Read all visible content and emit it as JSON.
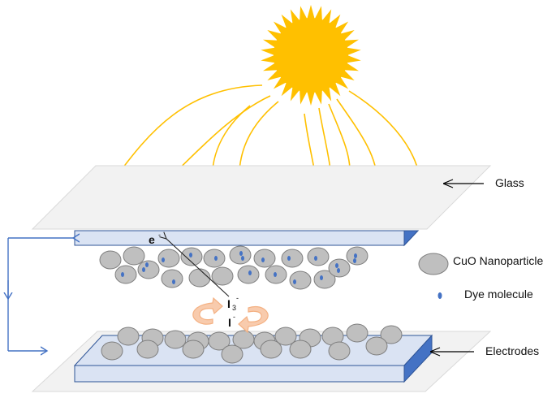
{
  "labels": {
    "glass": "Glass",
    "nanoparticle": "CuO Nanoparticle",
    "dye": "Dye molecule",
    "electrodes": "Electrodes",
    "electron": "e",
    "electron_sup": "-",
    "triiodide": "I",
    "triiodide_sub": "3",
    "triiodide_sup": "-",
    "iodide": "I",
    "iodide_sup": "-"
  },
  "colors": {
    "sun": "#FFC000",
    "ray": "#FFC000",
    "glass_plate": "#F2F2F2",
    "electrode_top": "#DAE3F3",
    "electrode_side": "#4472C4",
    "electrode_edge": "#2F5597",
    "particle": "#BFBFBF",
    "particle_edge": "#7F7F7F",
    "dye": "#4472C4",
    "circuit": "#4472C4",
    "redox_arrow": "#F4B183"
  },
  "icons": {
    "sun": "sun-icon",
    "redox": "redox-cycle-arrows-icon"
  }
}
